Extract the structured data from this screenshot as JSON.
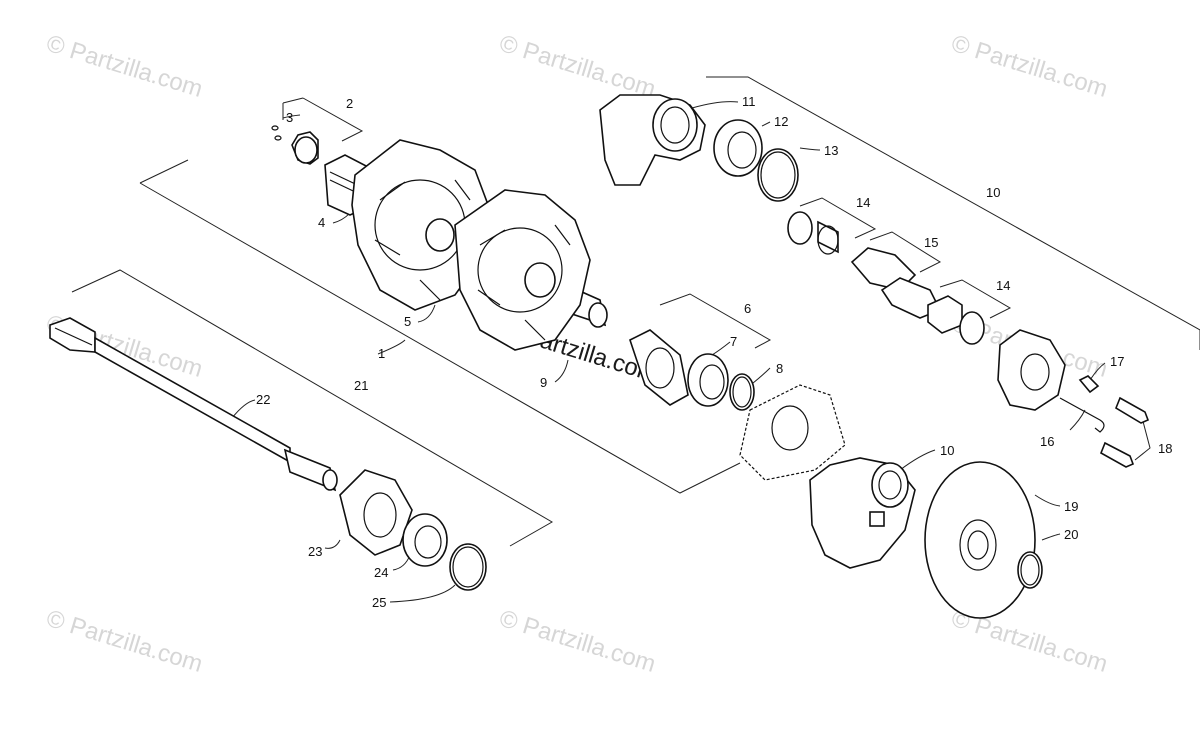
{
  "watermark": {
    "text": "© Partzilla.com",
    "color": "#d6d6d6"
  },
  "callouts": {
    "c1": "1",
    "c2": "2",
    "c3": "3",
    "c4": "4",
    "c5": "5",
    "c6": "6",
    "c7": "7",
    "c8": "8",
    "c9": "9",
    "c10a": "10",
    "c10b": "10",
    "c11": "11",
    "c12": "12",
    "c13": "13",
    "c14a": "14",
    "c14b": "14",
    "c15": "15",
    "c16": "16",
    "c17": "17",
    "c18": "18",
    "c19": "19",
    "c20": "20",
    "c21": "21",
    "c22": "22",
    "c23": "23",
    "c24": "24",
    "c25": "25"
  },
  "colors": {
    "line": "#111111",
    "background": "#ffffff"
  }
}
